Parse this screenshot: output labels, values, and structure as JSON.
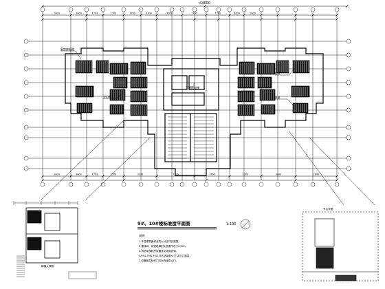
{
  "plan": {
    "title": "9#、10#楼标准层平面图",
    "scale": "1:100",
    "overall_width": "44600",
    "left_tag": "厨房排烟道",
    "center_tag": "消防电梯",
    "room_tags": [
      "卫生间",
      "厨房",
      "卧室"
    ]
  },
  "dimensions": {
    "top": [
      "2800",
      "3600",
      "1700",
      "1700",
      "1700",
      "3300",
      "3300",
      "1700",
      "1700",
      "3600",
      "2800"
    ],
    "bottom": [
      "2800",
      "3600",
      "1700",
      "1700",
      "3300",
      "3300",
      "1700",
      "1700",
      "3600",
      "2800"
    ]
  },
  "notes": {
    "heading": "说明",
    "lines": [
      "1.本层建筑面积及防火分区详见建施。",
      "2.楼梯间、前室墙体耐火极限不低于2.00h。",
      "3.消防电梯机房设置详见电施说明。",
      "4.FM1,FM2,FM3 甲乙丙级防火门,详见门窗表。",
      "5.设备管井检修门均为丙级防火门。"
    ]
  },
  "details": {
    "left_title": "楼梯大样图",
    "right_title": "节点详图"
  },
  "colors": {
    "line": "#000000",
    "background": "#ffffff"
  }
}
